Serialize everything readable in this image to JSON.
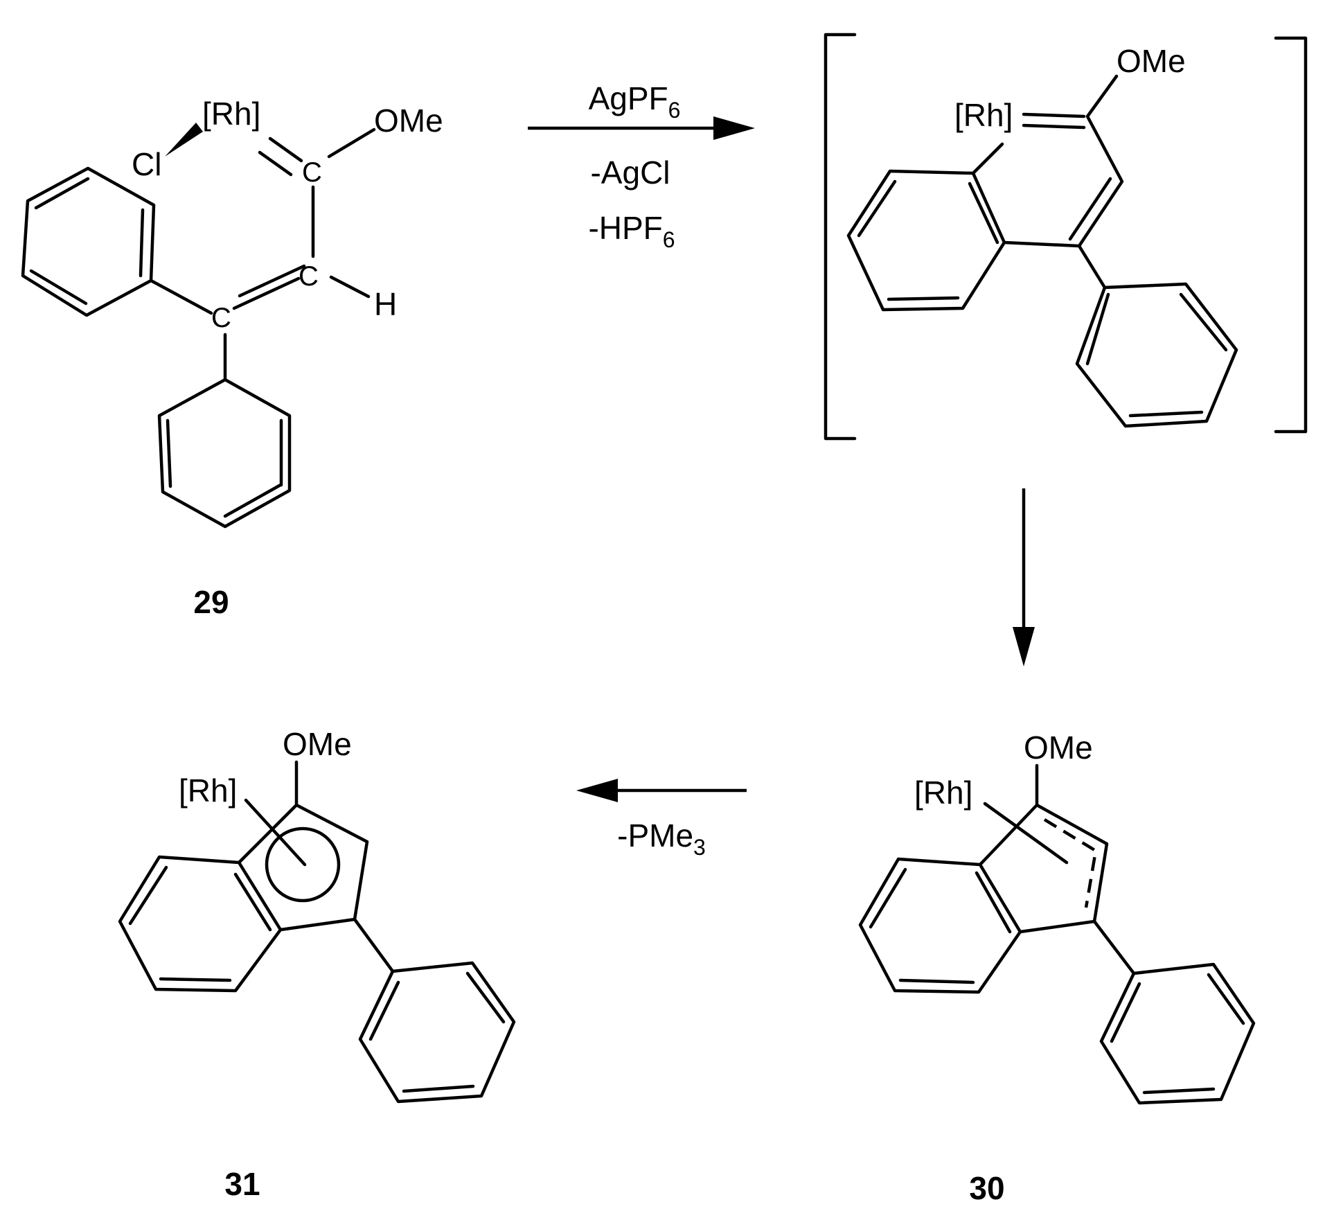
{
  "scheme": {
    "compound_labels": {
      "c29": "29",
      "c30": "30",
      "c31": "31"
    },
    "atoms": {
      "rh": "[Rh]",
      "ome": "OMe",
      "cl": "Cl",
      "c": "C",
      "h": "H"
    },
    "reagents": {
      "step1_above": "AgPF",
      "step1_above_sub": "6",
      "step1_loss1": "-AgCl",
      "step1_loss2": "-HPF",
      "step1_loss2_sub": "6",
      "step3": "-PMe",
      "step3_sub": "3"
    },
    "colors": {
      "ink": "#000000",
      "background": "#ffffff"
    }
  }
}
